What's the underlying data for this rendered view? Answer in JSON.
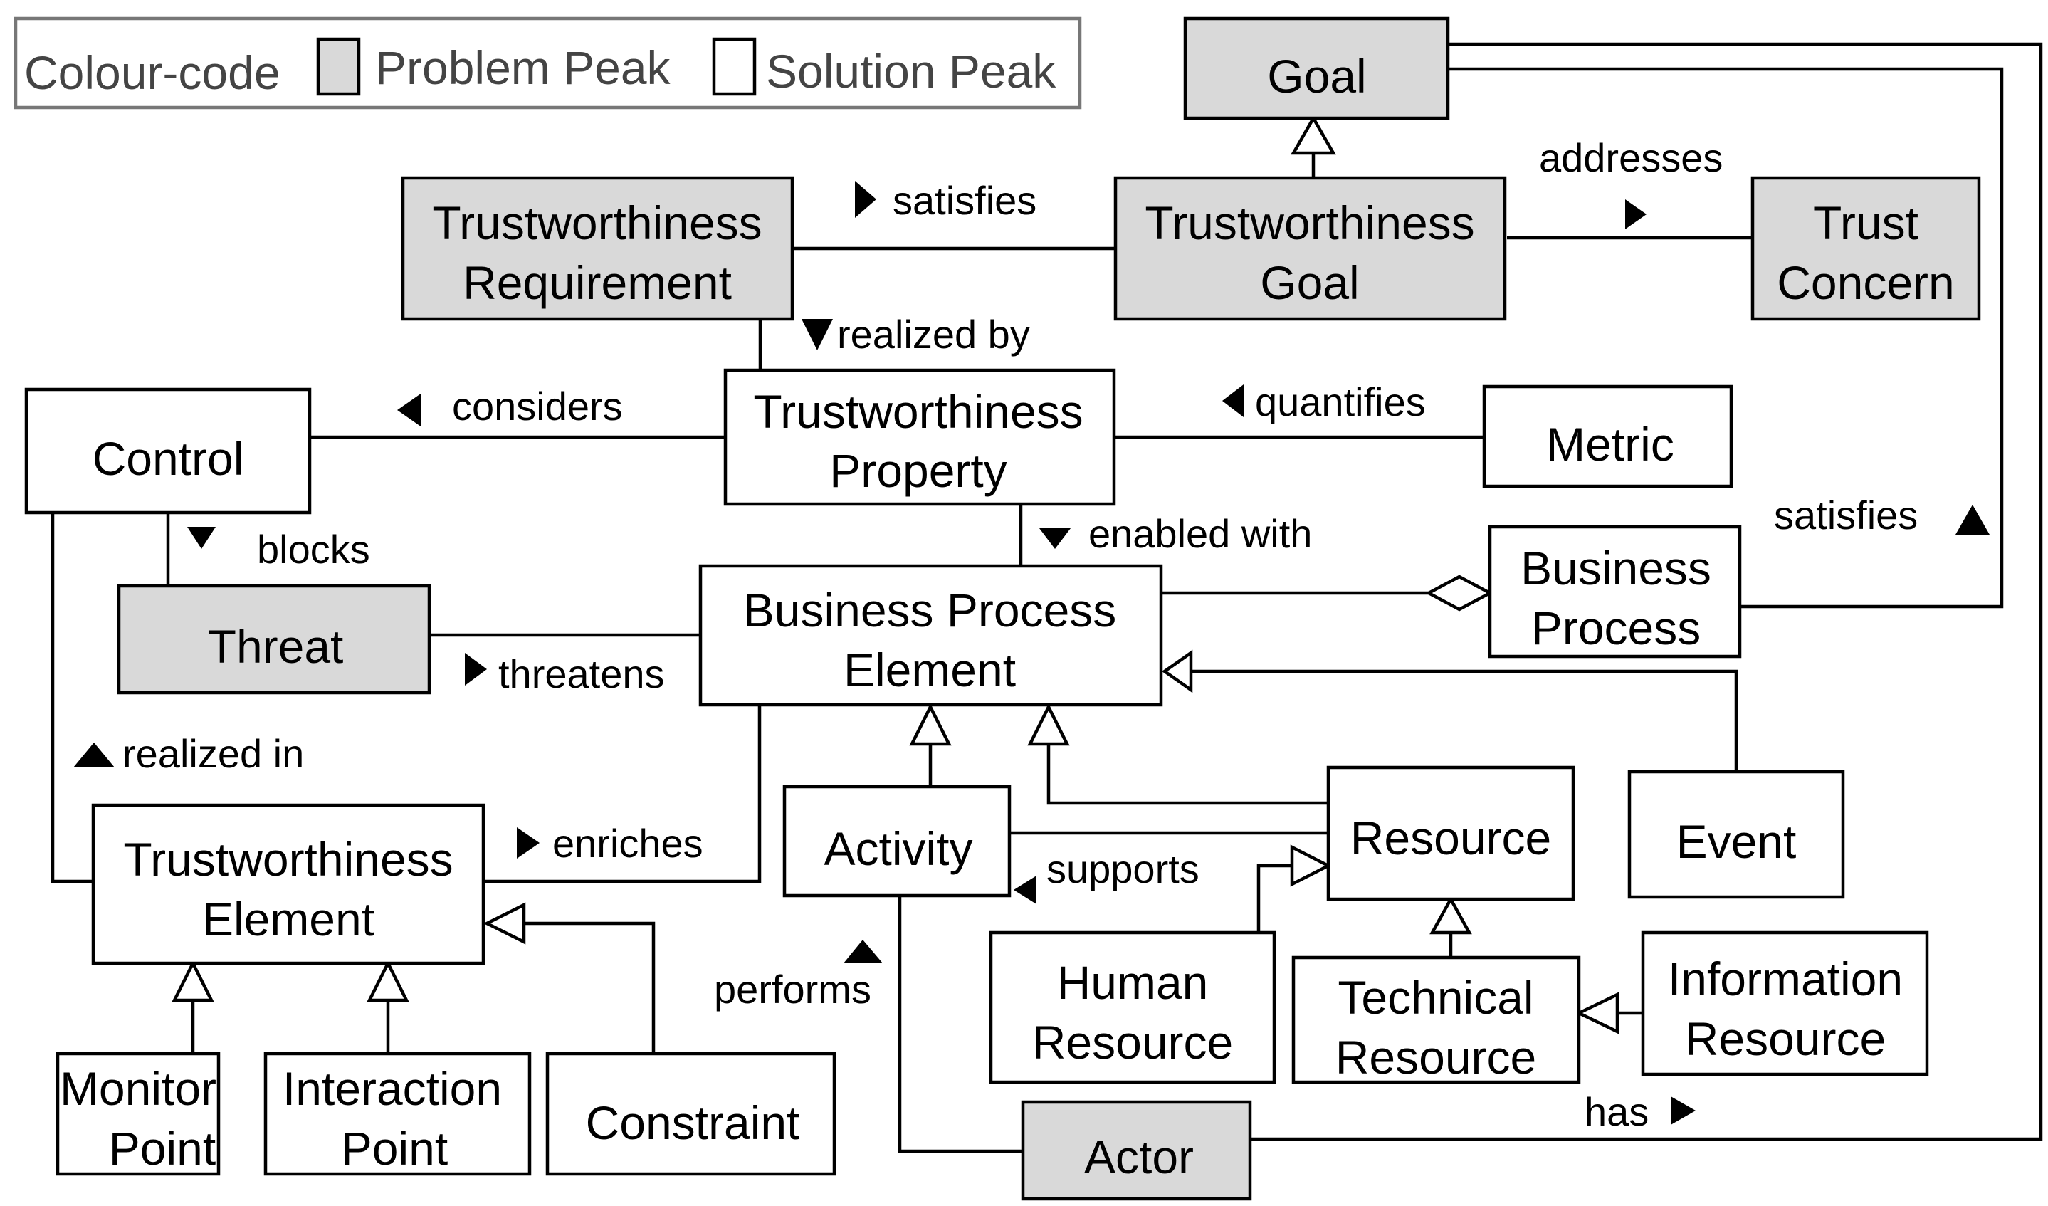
{
  "legend": {
    "label": "Colour-code",
    "problem_label": "Problem Peak",
    "solution_label": "Solution Peak",
    "problem_color": "#d9d9d9",
    "solution_color": "#ffffff"
  },
  "nodes": {
    "goal": [
      "Goal"
    ],
    "trust_req": [
      "Trustworthiness",
      "Requirement"
    ],
    "trust_goal": [
      "Trustworthiness",
      "Goal"
    ],
    "trust_concern": [
      "Trust",
      "Concern"
    ],
    "control": [
      "Control"
    ],
    "trust_prop": [
      "Trustworthiness",
      "Property"
    ],
    "metric": [
      "Metric"
    ],
    "threat": [
      "Threat"
    ],
    "bpe": [
      "Business Process",
      "Element"
    ],
    "bp": [
      "Business",
      "Process"
    ],
    "trust_elem": [
      "Trustworthiness",
      "Element"
    ],
    "activity": [
      "Activity"
    ],
    "resource": [
      "Resource"
    ],
    "event": [
      "Event"
    ],
    "human_res": [
      "Human",
      "Resource"
    ],
    "tech_res": [
      "Technical",
      "Resource"
    ],
    "info_res": [
      "Information",
      "Resource"
    ],
    "monitor": [
      "Monitor",
      "Point"
    ],
    "interaction": [
      "Interaction",
      "Point"
    ],
    "constraint": [
      "Constraint"
    ],
    "actor": [
      "Actor"
    ]
  },
  "relations": {
    "satisfies_top": "satisfies",
    "addresses": "addresses",
    "realized_by": "realized by",
    "considers": "considers",
    "quantifies": "quantifies",
    "satisfies_right": "satisfies",
    "blocks": "blocks",
    "enabled_with": "enabled with",
    "threatens": "threatens",
    "realized_in": "realized in",
    "enriches": "enriches",
    "supports": "supports",
    "performs": "performs",
    "has": "has"
  }
}
